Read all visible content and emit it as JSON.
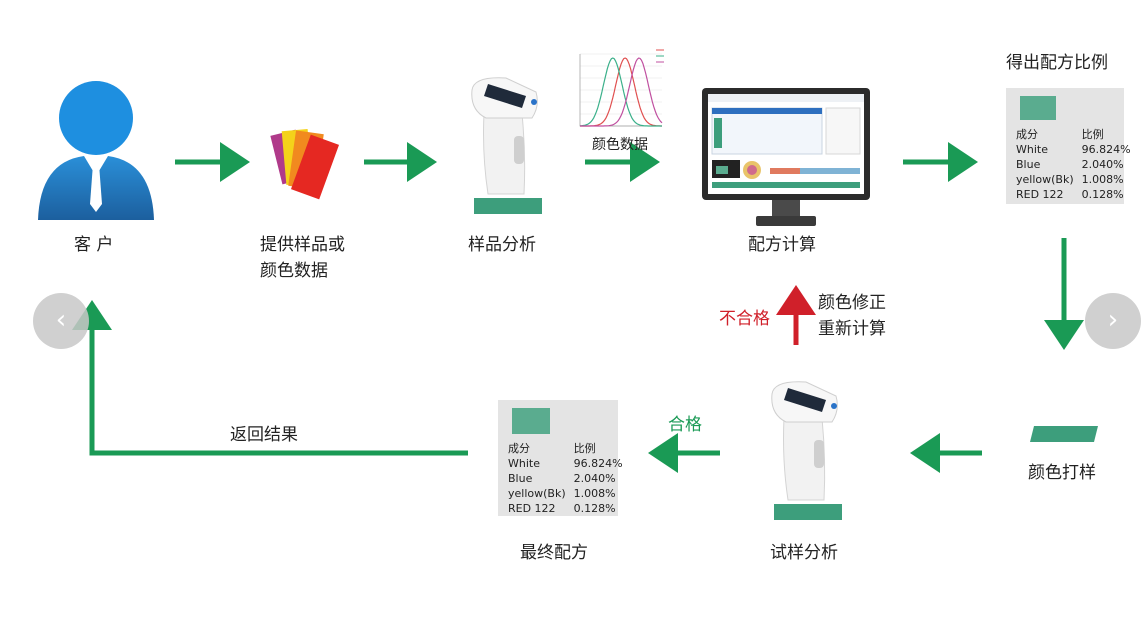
{
  "labels": {
    "customer": "客 户",
    "provide_line1": "提供样品或",
    "provide_line2": "颜色数据",
    "sample_analysis": "样品分析",
    "color_data": "颜色数据",
    "formula_calc": "配方计算",
    "get_ratio": "得出配方比例",
    "color_swatch": "颜色打样",
    "trial_analysis": "试样分析",
    "pass": "合格",
    "fail": "不合格",
    "adjust_line1": "颜色修正",
    "adjust_line2": "重新计算",
    "return_result": "返回结果",
    "final_formula": "最终配方"
  },
  "formula_card": {
    "header": [
      "成分",
      "比例"
    ],
    "rows": [
      [
        "White",
        "96.824%"
      ],
      [
        "Blue",
        "2.040%"
      ],
      [
        "yellow(Bk)",
        "1.008%"
      ],
      [
        "RED 122",
        "0.128%"
      ]
    ]
  },
  "nav": {
    "prev": "‹",
    "next": "›"
  },
  "colors": {
    "arrow_green": "#1a9a55",
    "arrow_red": "#d0202a",
    "swatch": "#5aac8f"
  },
  "chart_data": {
    "type": "line",
    "series": [
      {
        "color": "#e05050",
        "peak": 0.55
      },
      {
        "color": "#3bb08a",
        "peak": 0.4
      },
      {
        "color": "#c050a0",
        "peak": 0.72
      }
    ]
  }
}
